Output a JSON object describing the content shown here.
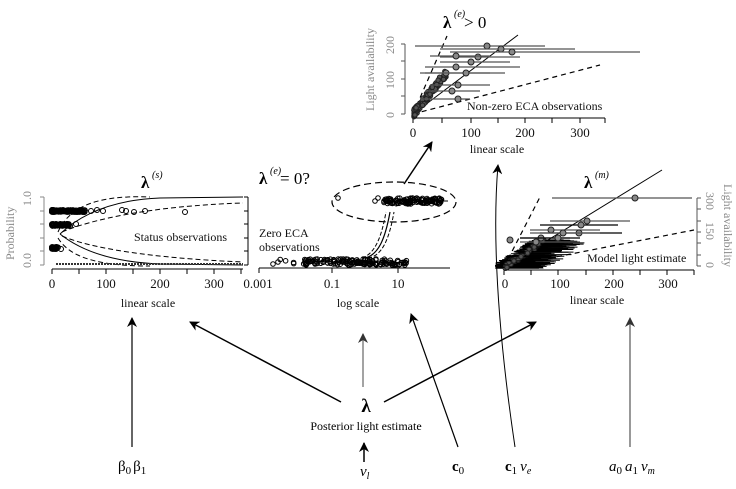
{
  "panels": {
    "status": {
      "title_symbol": "λ",
      "title_superscript": "(s)",
      "annotation": "Status observations",
      "y_label": "Probability",
      "y_ticks": [
        "0.0",
        "1.0"
      ],
      "x_ticks": [
        "0",
        "100",
        "200",
        "300"
      ],
      "x_label": "linear scale"
    },
    "zero": {
      "title_symbol": "λ",
      "title_superscript": "(e)",
      "title_suffix": " = 0?",
      "annotation_line1": "Zero ECA",
      "annotation_line2": "observations",
      "x_ticks": [
        "0.001",
        "0.1",
        "10"
      ],
      "x_label": "log scale"
    },
    "nonzero": {
      "title_symbol": "λ",
      "title_superscript": "(e)",
      "title_suffix": " > 0",
      "annotation": "Non-zero ECA observations",
      "y_label": "Light availability",
      "y_ticks": [
        "0",
        "100",
        "200"
      ],
      "x_ticks": [
        "0",
        "100",
        "200",
        "300"
      ],
      "x_label": "linear scale"
    },
    "model": {
      "title_symbol": "λ",
      "title_superscript": "(m)",
      "annotation": "Model light estimate",
      "y_label": "Light availability",
      "y_ticks": [
        "0",
        "150",
        "300"
      ],
      "x_ticks": [
        "0",
        "100",
        "200",
        "300"
      ],
      "x_label": "linear scale"
    }
  },
  "center_node": {
    "symbol": "λ",
    "label": "Posterior light estimate"
  },
  "parameters": {
    "beta": {
      "a": "β",
      "a_sub": "0",
      "b": "β",
      "b_sub": "1"
    },
    "v_l": {
      "base": "v",
      "sub": "l"
    },
    "c0": {
      "base": "c",
      "sub": "0"
    },
    "c1_ve": {
      "base": "c",
      "sub": "1",
      "v": "v",
      "v_sub": "e"
    },
    "a_vm": {
      "a0": "a",
      "a0_sub": "0",
      "a1": "a",
      "a1_sub": "1",
      "v": "v",
      "v_sub": "m"
    }
  }
}
